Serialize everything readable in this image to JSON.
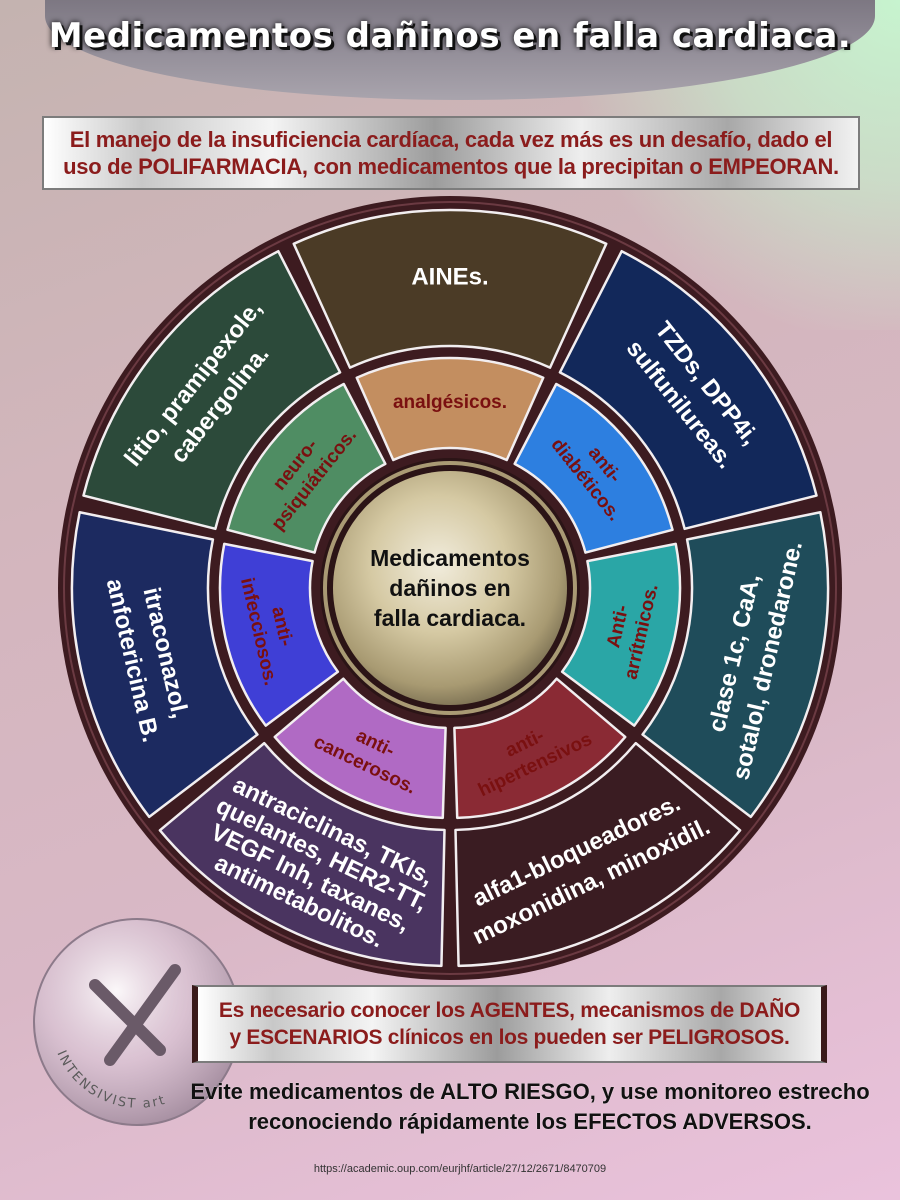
{
  "title": "Medicamentos dañinos en falla cardiaca.",
  "intro": {
    "line1": "El manejo de la insuficiencia cardíaca, cada vez más es un desafío, dado el",
    "line2": "uso de POLIFARMACIA, con medicamentos que la precipitan o EMPEORAN."
  },
  "wheel": {
    "center": [
      "Medicamentos",
      "dañinos en",
      "falla cardiaca."
    ],
    "sectors": [
      {
        "id": "neuro",
        "category": [
          "neuro-",
          "psiquiátricos."
        ],
        "drugs": [
          "litio, pramipexole,",
          "cabergolina."
        ],
        "outer_color": "#2c4a3a",
        "inner_color": "#4f8d63"
      },
      {
        "id": "analgesicos",
        "category": [
          "analgésicos."
        ],
        "drugs": [
          "AINEs."
        ],
        "outer_color": "#4b3b26",
        "inner_color": "#c38e60"
      },
      {
        "id": "antidiabeticos",
        "category": [
          "anti-",
          "diabéticos."
        ],
        "drugs": [
          "TZDs, DPP4i,",
          "sulfunilureas."
        ],
        "outer_color": "#12285a",
        "inner_color": "#2d7fe0"
      },
      {
        "id": "antiarritmicos",
        "category": [
          "Anti-",
          "arrítmicos."
        ],
        "drugs": [
          "clase 1c, CaA,",
          "sotalol, dronedarone."
        ],
        "outer_color": "#1f4c5a",
        "inner_color": "#2aa6a6"
      },
      {
        "id": "antihipertensivos",
        "category": [
          "anti-",
          "hipertensivos"
        ],
        "drugs": [
          "alfa1-bloqueadores.",
          "moxonidina, minoxidil."
        ],
        "outer_color": "#3a1c22",
        "inner_color": "#8a2a34"
      },
      {
        "id": "anticancerosos",
        "category": [
          "anti-",
          "cancerosos."
        ],
        "drugs": [
          "antraciclinas, TKIs,",
          "quelantes, HER2-TT,",
          "VEGF Inh, taxanes,",
          "antimetabolitos."
        ],
        "outer_color": "#4a3460",
        "inner_color": "#b06ac4"
      },
      {
        "id": "antiinfecciosos",
        "category": [
          "anti-",
          "infecciosos."
        ],
        "drugs": [
          "itraconazol,",
          "anfotericina B."
        ],
        "outer_color": "#1c2a60",
        "inner_color": "#3f3fd6"
      }
    ]
  },
  "note": {
    "line1": "Es necesario conocer los AGENTES, mecanismos de DAÑO",
    "line2": "y ESCENARIOS clínicos en los pueden ser PELIGROSOS."
  },
  "advice": {
    "line1": "Evite medicamentos de ALTO RIESGO, y use monitoreo estrecho",
    "line2": "reconociendo rápidamente los EFECTOS ADVERSOS."
  },
  "logo": {
    "text": "INTENSIVIST art"
  },
  "source_url": "https://academic.oup.com/eurjhf/article/27/12/2671/8470709"
}
